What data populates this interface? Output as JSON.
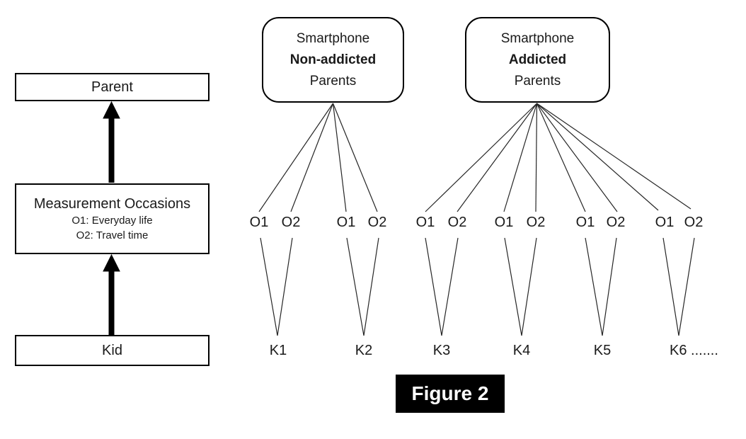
{
  "figure": {
    "caption": "Figure 2"
  },
  "left_panel": {
    "parent_box": {
      "label": "Parent"
    },
    "measurement_box": {
      "title": "Measurement Occasions",
      "occasion1": "O1: Everyday life",
      "occasion2": "O2: Travel time"
    },
    "kid_box": {
      "label": "Kid"
    }
  },
  "groups": [
    {
      "line1": "Smartphone",
      "line2": "Non-addicted",
      "line3": "Parents"
    },
    {
      "line1": "Smartphone",
      "line2": "Addicted",
      "line3": "Parents"
    }
  ],
  "occasion_labels": [
    "O1",
    "O2",
    "O1",
    "O2",
    "O1",
    "O2",
    "O1",
    "O2",
    "O1",
    "O2",
    "O1",
    "O2"
  ],
  "kid_labels": [
    "K1",
    "K2",
    "K3",
    "K4",
    "K5",
    "K6 ......."
  ],
  "colors": {
    "line": "#262626",
    "arrow": "#000000",
    "box_border": "#000000",
    "caption_bg": "#000000",
    "caption_text": "#ffffff"
  }
}
